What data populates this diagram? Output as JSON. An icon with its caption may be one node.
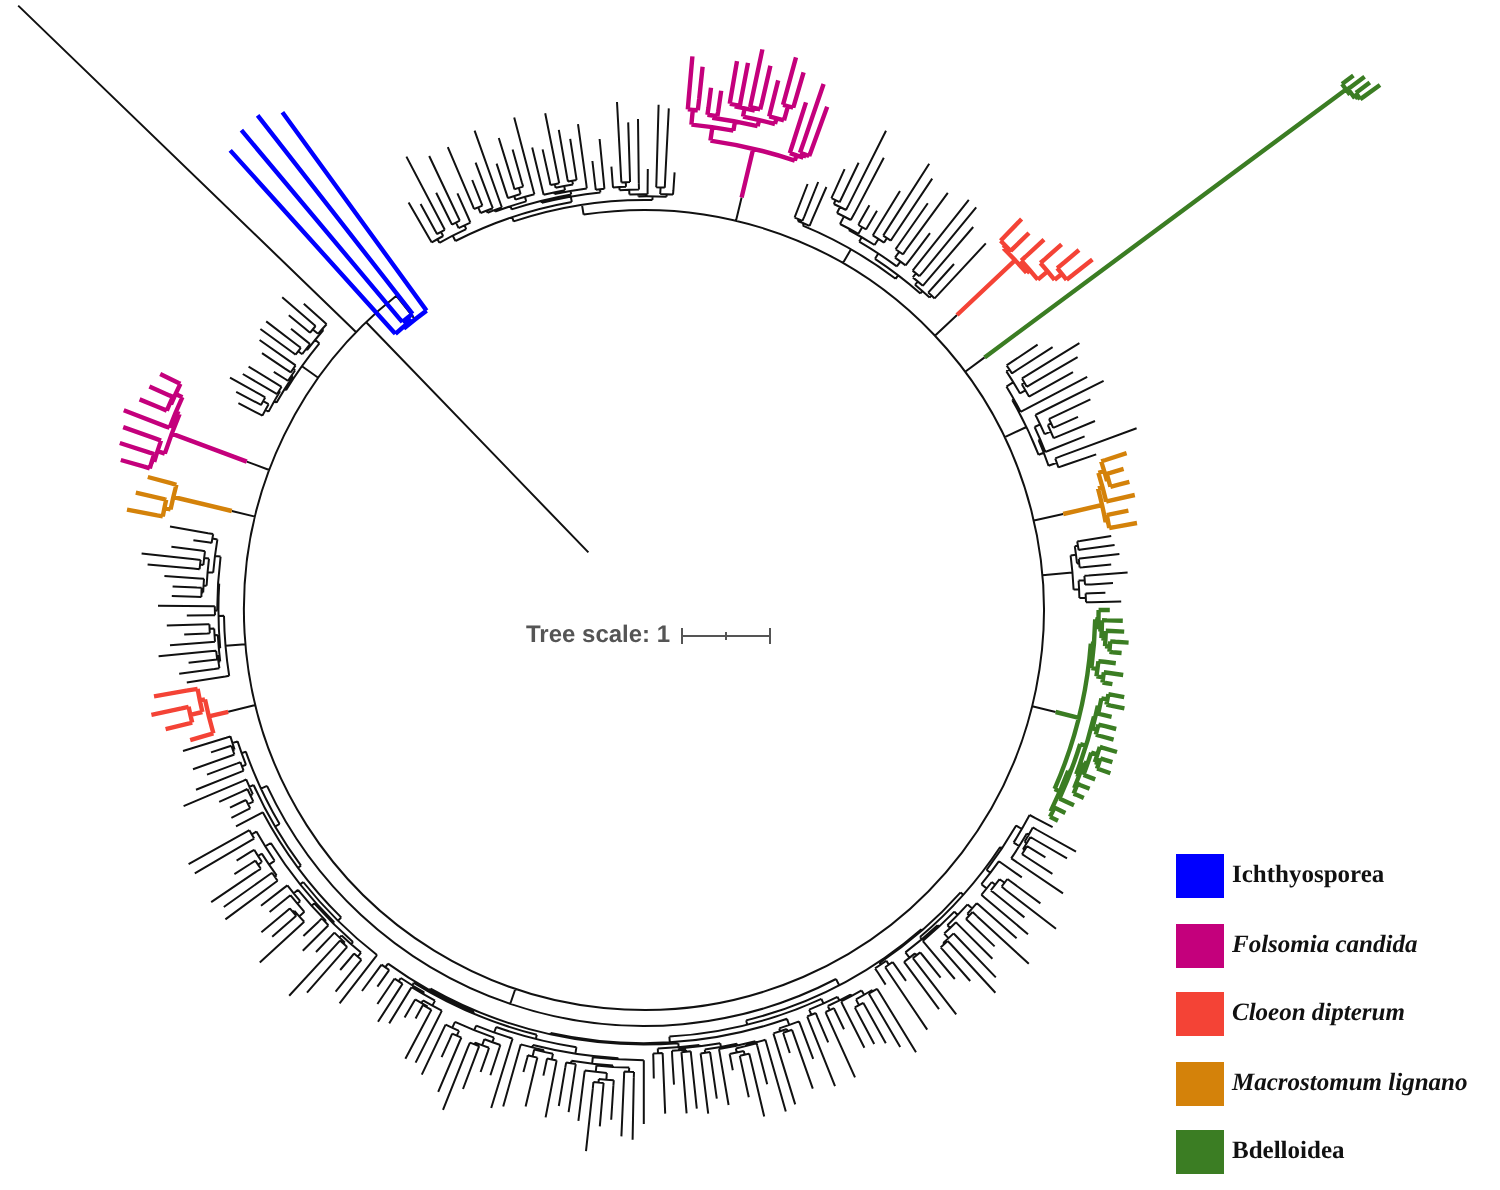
{
  "diagram": {
    "labels": [
      "Tree scale: 1"
    ],
    "legend": [
      {
        "text": "Ichthyosporea",
        "color": "#0000ff"
      },
      {
        "text": "Folsomia candida",
        "color": "#c4007c"
      },
      {
        "text": "Cloeon dipterum",
        "color": "#f44336"
      },
      {
        "text": "Macrostomum lignano",
        "color": "#d4820a"
      },
      {
        "text": "Bdelloidea",
        "color": "#3b7d23"
      }
    ]
  }
}
